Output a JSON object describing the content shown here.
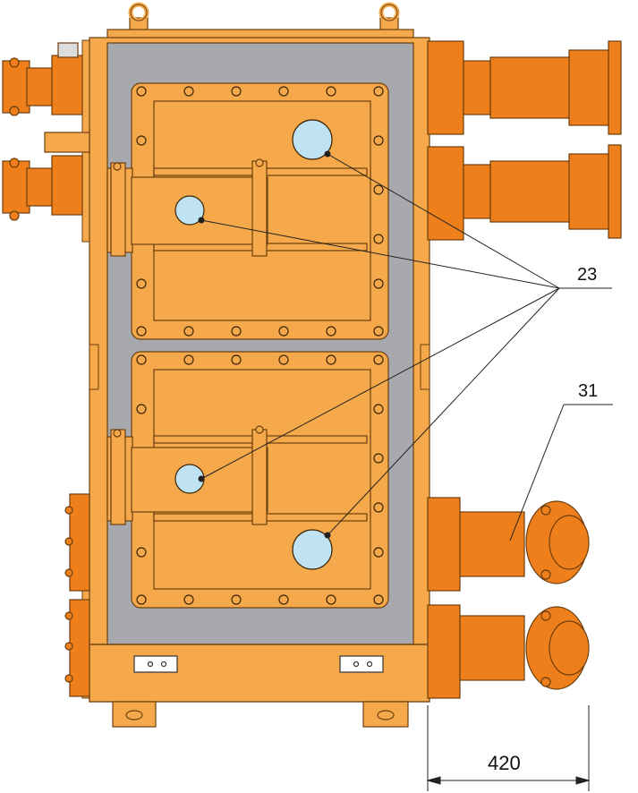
{
  "callouts": [
    {
      "id": "23",
      "text": "23"
    },
    {
      "id": "31",
      "text": "31"
    }
  ],
  "dimension": {
    "text": "420"
  },
  "colors": {
    "body": "#f5a94a",
    "body_dark": "#e0892a",
    "cable_entry": "#ef7f1a",
    "outline": "#6b3f10",
    "panel_back": "#a7a9ac",
    "window": "#bfe3f3",
    "line": "#222222"
  }
}
